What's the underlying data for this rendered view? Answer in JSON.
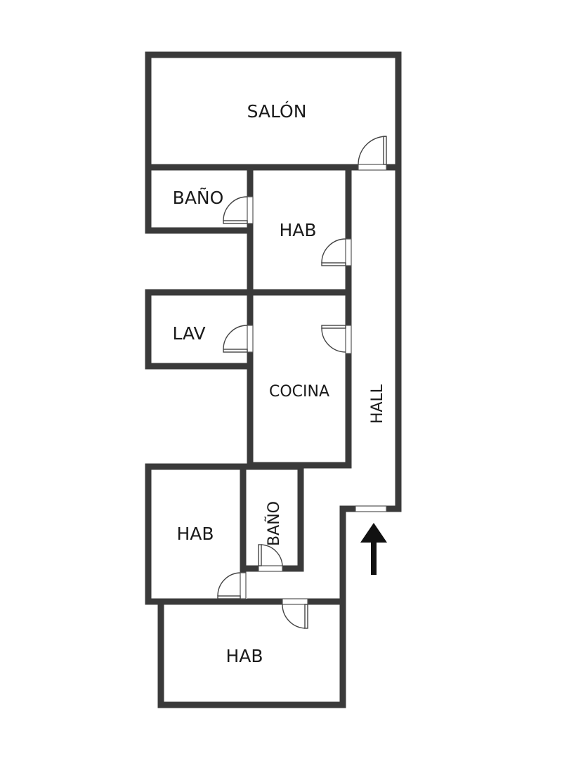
{
  "plan": {
    "rooms": {
      "salon": "SALÓN",
      "bano_top": "BAÑO",
      "hab_top": "HAB",
      "lav": "LAV",
      "cocina": "COCINA",
      "hall": "HALL",
      "hab_left": "HAB",
      "bano_small": "BAÑO",
      "hab_bottom": "HAB"
    },
    "entrance_icon": "arrow-up-icon",
    "colors": {
      "wall": "#3a3a3a",
      "background": "#ffffff",
      "arrow": "#111111"
    }
  }
}
